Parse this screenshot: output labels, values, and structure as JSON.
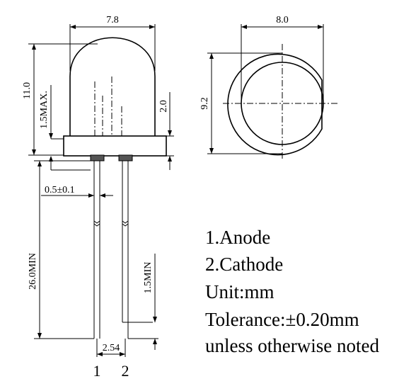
{
  "side_view": {
    "dimensions": {
      "body_width": "7.8",
      "overall_height": "11.0",
      "flange_max": "1.5MAX.",
      "flange_height": "2.0",
      "lead_width": "0.5±0.1",
      "lead_length": "26.0MIN",
      "lead_offset": "1.5MIN",
      "lead_spacing": "2.54"
    },
    "pin_labels": [
      "1",
      "2"
    ]
  },
  "top_view": {
    "dimensions": {
      "lens_diameter": "8.0",
      "flange_diameter": "9.2"
    }
  },
  "notes": {
    "pin1": "1.Anode",
    "pin2": "2.Cathode",
    "unit": "Unit:mm",
    "tolerance": "Tolerance:±0.20mm",
    "exception": "unless otherwise noted"
  }
}
